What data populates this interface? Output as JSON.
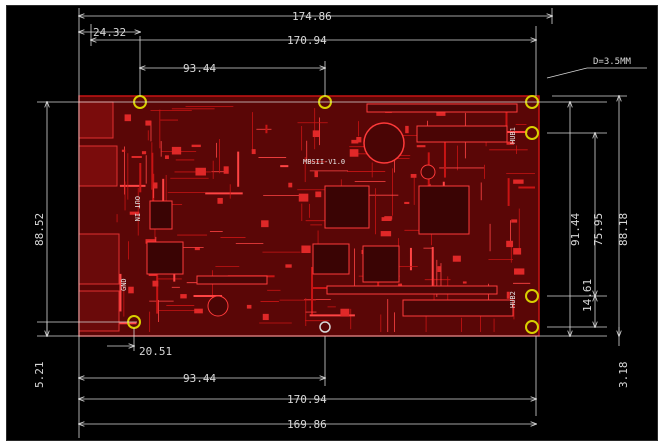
{
  "dimensions": {
    "top_overall": "174.86",
    "top_left_offset": "24.32",
    "top_width": "170.94",
    "top_hole": "93.44",
    "bottom_hole": "93.44",
    "bottom_width": "170.94",
    "bottom_overall": "169.86",
    "bottom_left_offset": "20.51",
    "left_height": "88.52",
    "left_bottom_offset": "5.21",
    "right_91": "91.44",
    "right_75": "75.95",
    "right_88": "88.18",
    "right_14": "14.61",
    "right_bottom_offset": "3.18",
    "hole_diameter": "D=3.5MM"
  },
  "board_labels": {
    "model": "MBSII-V1.0",
    "out_in": "OUT IN",
    "gnd": "GND",
    "hub1": "HUB1",
    "hub2": "HUB2"
  },
  "colors": {
    "background": "#000000",
    "board": "#5a0606",
    "trace": "#c81414",
    "dimension": "#d8d8d8",
    "hole_ring": "#d8d000"
  }
}
